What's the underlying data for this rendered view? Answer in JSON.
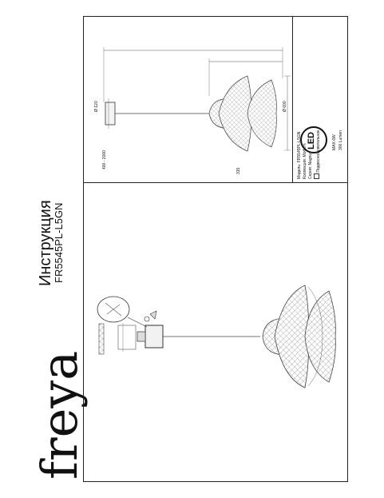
{
  "brand": {
    "logo": "freya"
  },
  "header": {
    "title": "Инструкция",
    "model": "FR5545PL-L5GN"
  },
  "drawing": {
    "dim_total_height": "400 - 2000",
    "dim_canopy": "Ø 120",
    "dim_shade_height": "315",
    "dim_diameter": "Ø 600"
  },
  "info": {
    "model_label": "Модель:",
    "model_value": "FR5545PL-L5GN",
    "collection_label": "Коллекция:",
    "collection_value": "Modern",
    "series_label": "Серия:",
    "series_value": "Nagnur",
    "type_value": "Подвесной светильник",
    "led_label": "LED",
    "max_label": "MAX 6W",
    "lumen_label": "300 Lumen"
  }
}
